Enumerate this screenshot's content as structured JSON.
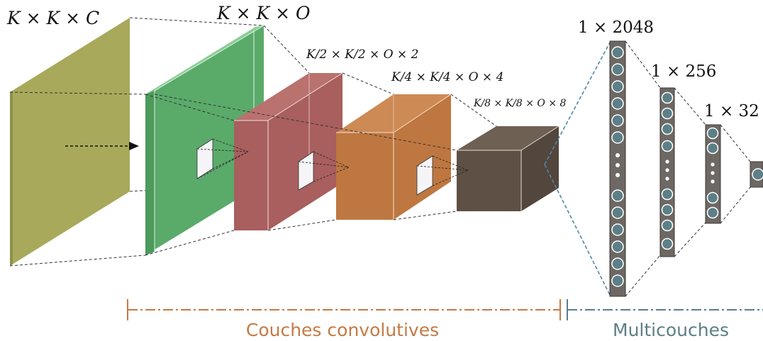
{
  "labels": {
    "input": "K × K × C",
    "conv1": "K × K × O",
    "conv2": "K/2 × K/2 × O × 2",
    "conv3": "K/4 × K/4 × O × 4",
    "conv4": "K/8 × K/8 × O × 8",
    "fc1": "1 × 2048",
    "fc2": "1 × 256",
    "fc3": "1 × 32"
  },
  "sections": {
    "conv": "Couches convolutives",
    "mlp": "Multicouches"
  },
  "colors": {
    "input": "#a8a95b",
    "conv1": "#5aaa6a",
    "conv2": "#a85f5d",
    "conv3": "#be7740",
    "conv4": "#5e5045",
    "fc_bar": "#6e6865",
    "neuron": "#5d7f86",
    "conv_section": "#c57a45",
    "mlp_section": "#5c7f88",
    "link_dashed": "#4e87a8"
  }
}
